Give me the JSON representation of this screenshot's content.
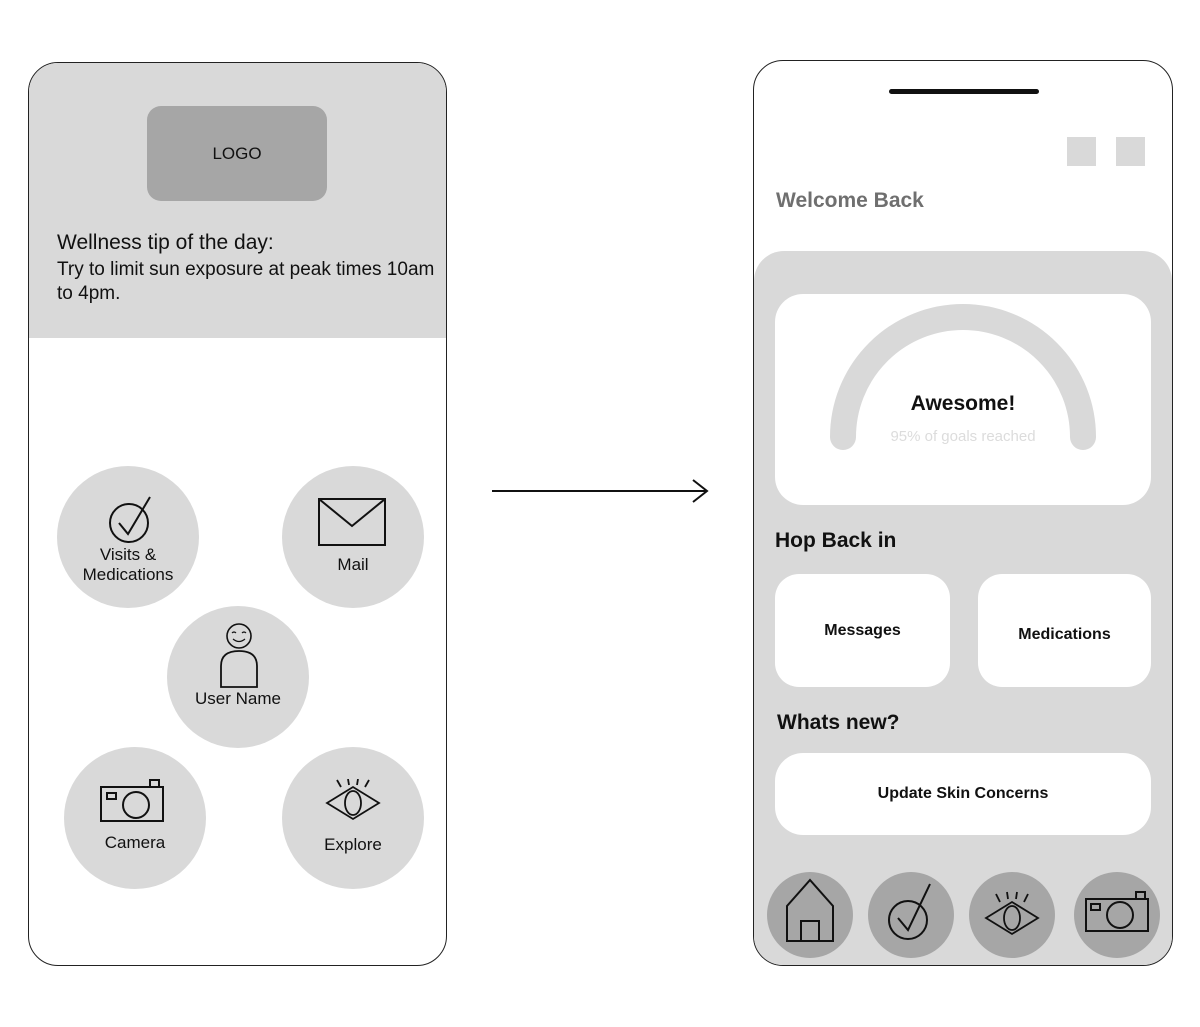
{
  "left_screen": {
    "logo_text": "LOGO",
    "tip_title": "Wellness tip of the day:",
    "tip_body": "Try to limit sun exposure at peak times 10am to 4pm.",
    "menu": [
      {
        "label": "Visits & Medications",
        "icon": "check-circle-icon"
      },
      {
        "label": "Mail",
        "icon": "envelope-icon"
      },
      {
        "label": "User Name",
        "icon": "user-icon"
      },
      {
        "label": "Camera",
        "icon": "camera-icon"
      },
      {
        "label": "Explore",
        "icon": "eye-icon"
      }
    ]
  },
  "right_screen": {
    "welcome": "Welcome Back",
    "progress": {
      "title": "Awesome!",
      "subtitle": "95% of goals reached",
      "percent": 95
    },
    "hop_back_title": "Hop Back in",
    "hop_back_buttons": [
      "Messages",
      "Medications"
    ],
    "whats_new_title": "Whats new?",
    "whats_new_button": "Update Skin Concerns",
    "nav": [
      "home-icon",
      "check-circle-icon",
      "eye-icon",
      "camera-icon"
    ]
  },
  "colors": {
    "panel": "#d9d9d9",
    "logo": "#a6a6a6",
    "card": "#ffffff",
    "muted_text": "#6f6f6f"
  }
}
